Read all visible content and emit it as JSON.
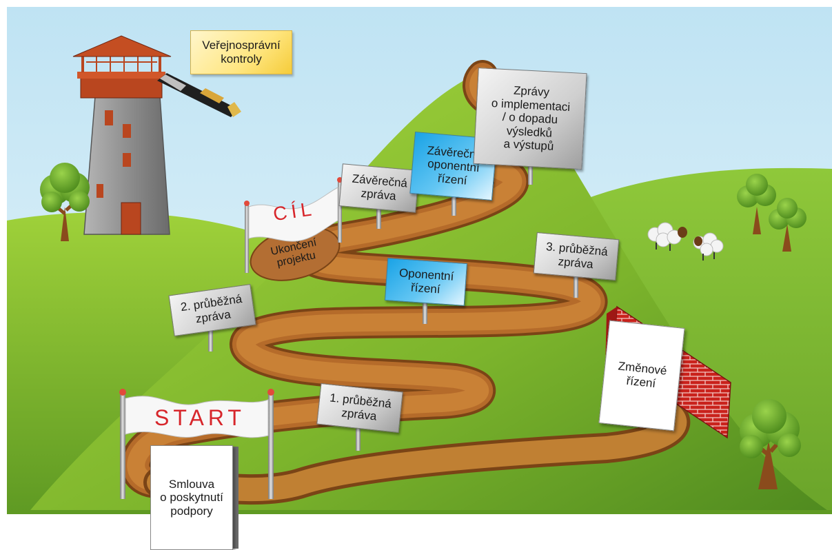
{
  "flags": {
    "start": "START",
    "finish": "CÍL"
  },
  "labels": {
    "public_control": "Veřejnosprávní\nkontroly",
    "contract": "Smlouva\no poskytnutí\npodpory",
    "report_1": "1. průběžná\nzpráva",
    "report_2": "2. průběžná\nzpráva",
    "report_3": "3. průběžná\nzpráva",
    "opponent_review": "Oponentní\nřízení",
    "final_report": "Závěrečná\nzpráva",
    "final_opponent_review": "Závěrečné\noponentní\nřízení",
    "implementation_reports": "Zprávy\no implementaci\n/ o dopadu\nvýsledků\na výstupů",
    "project_end": "Ukončení\nprojektu",
    "change_procedure": "Změnové\nřízení"
  }
}
